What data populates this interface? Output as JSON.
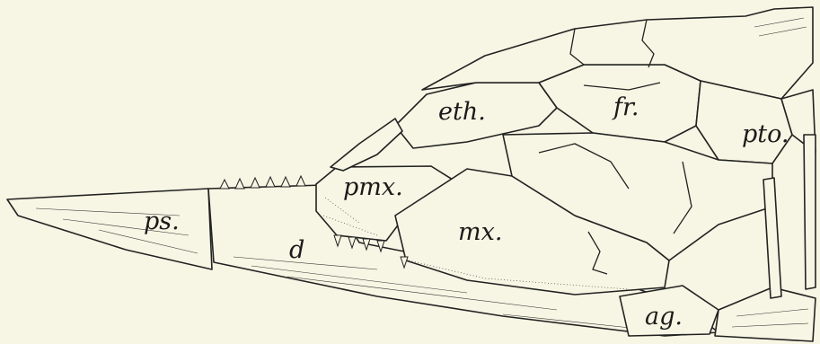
{
  "figure": {
    "background": "#f7f6e4",
    "ink": "#222222",
    "labels": {
      "eth": "eth.",
      "fr": "fr.",
      "pto": "pto.",
      "pmx": "pmx.",
      "ps": "ps.",
      "mx": "mx.",
      "d": "d",
      "ag": "ag."
    }
  }
}
